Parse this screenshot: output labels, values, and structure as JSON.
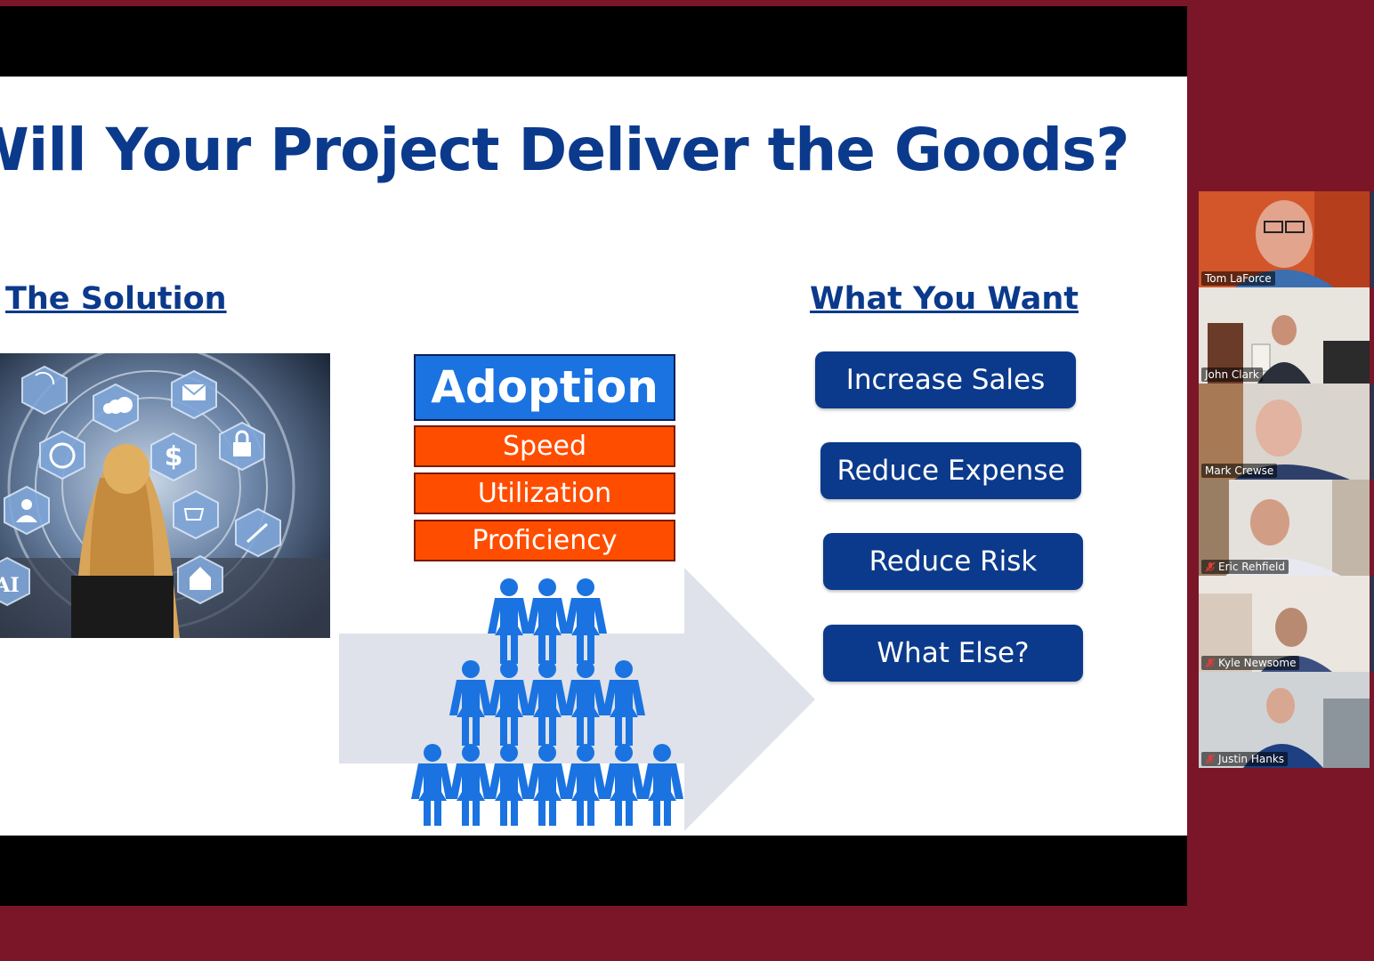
{
  "slide": {
    "title": "Will Your Project Deliver the Goods?",
    "left_heading": "The Solution",
    "right_heading": "What You Want",
    "adoption_label": "Adoption",
    "layers": [
      "Speed",
      "Utilization",
      "Proficiency"
    ],
    "wants": [
      "Increase Sales",
      "Reduce Expense",
      "Reduce Risk",
      "What Else?"
    ],
    "image_icons": [
      "AI"
    ]
  },
  "participants": [
    {
      "name": "Tom LaForce",
      "muted": false,
      "active": true
    },
    {
      "name": "John Clark",
      "muted": false,
      "active": false
    },
    {
      "name": "Mark Crewse",
      "muted": false,
      "active": false
    },
    {
      "name": "Eric Rehfield",
      "muted": true,
      "active": false
    },
    {
      "name": "Kyle Newsome",
      "muted": true,
      "active": false
    },
    {
      "name": "Justin Hanks",
      "muted": true,
      "active": false
    }
  ],
  "colors": {
    "background": "#7a1628",
    "title_blue": "#0b3a8c",
    "adoption_blue": "#1a73e0",
    "layer_orange": "#ff4d00",
    "people_blue": "#1a73e0",
    "active_speaker": "#2ecc71"
  }
}
